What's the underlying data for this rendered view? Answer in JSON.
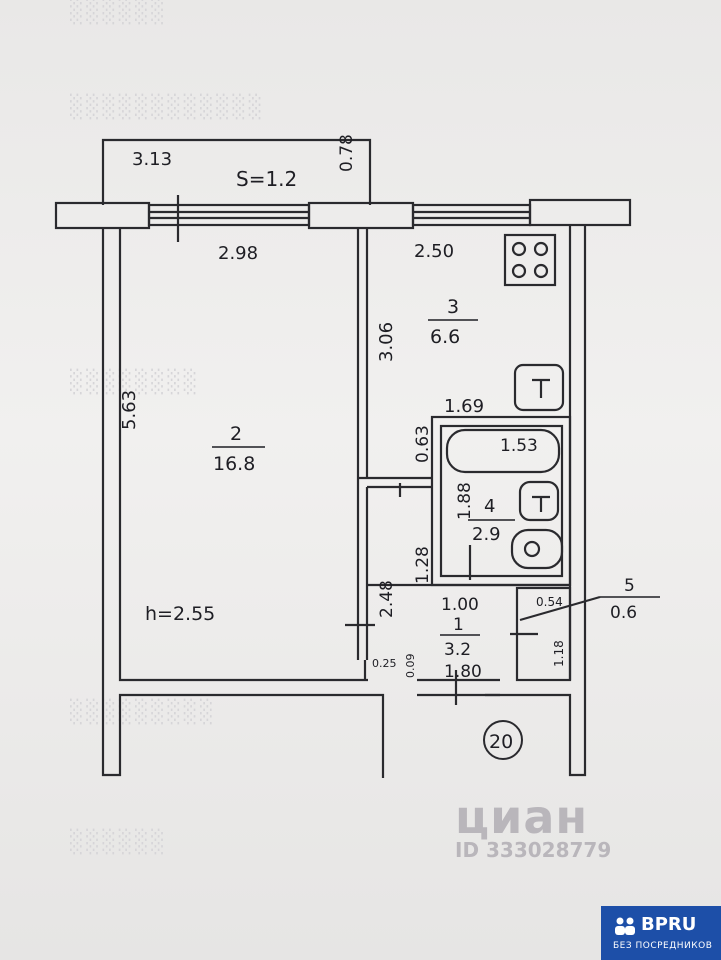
{
  "plan": {
    "balcony": {
      "width": "3.13",
      "depth": "0.78",
      "area": "S=1.2"
    },
    "room2": {
      "number": "2",
      "area": "16.8",
      "width": "2.98",
      "length": "5.63",
      "height": "h=2.55"
    },
    "room3": {
      "number": "3",
      "area": "6.6",
      "width": "2.50",
      "length": "3.06"
    },
    "room4": {
      "number": "4",
      "area": "2.9",
      "width": "1.69",
      "length": "1.88",
      "bath": "1.53"
    },
    "room1": {
      "number": "1",
      "area": "3.2",
      "width": "1.00",
      "length": "1.80",
      "side": "2.48",
      "depth": "1.28",
      "gap": "0.63",
      "niche1": "0.25",
      "niche2": "0.09"
    },
    "room5": {
      "number": "5",
      "area": "0.6",
      "width": "0.54",
      "length": "1.18"
    },
    "flat_number": "20"
  },
  "watermark": {
    "logo": "циан",
    "id": "ID 333028779"
  },
  "badge": {
    "title": "BPRU",
    "subtitle": "БЕЗ ПОСРЕДНИКОВ"
  },
  "colors": {
    "ink": "#1e1e24",
    "badge": "#1d4fa8"
  }
}
